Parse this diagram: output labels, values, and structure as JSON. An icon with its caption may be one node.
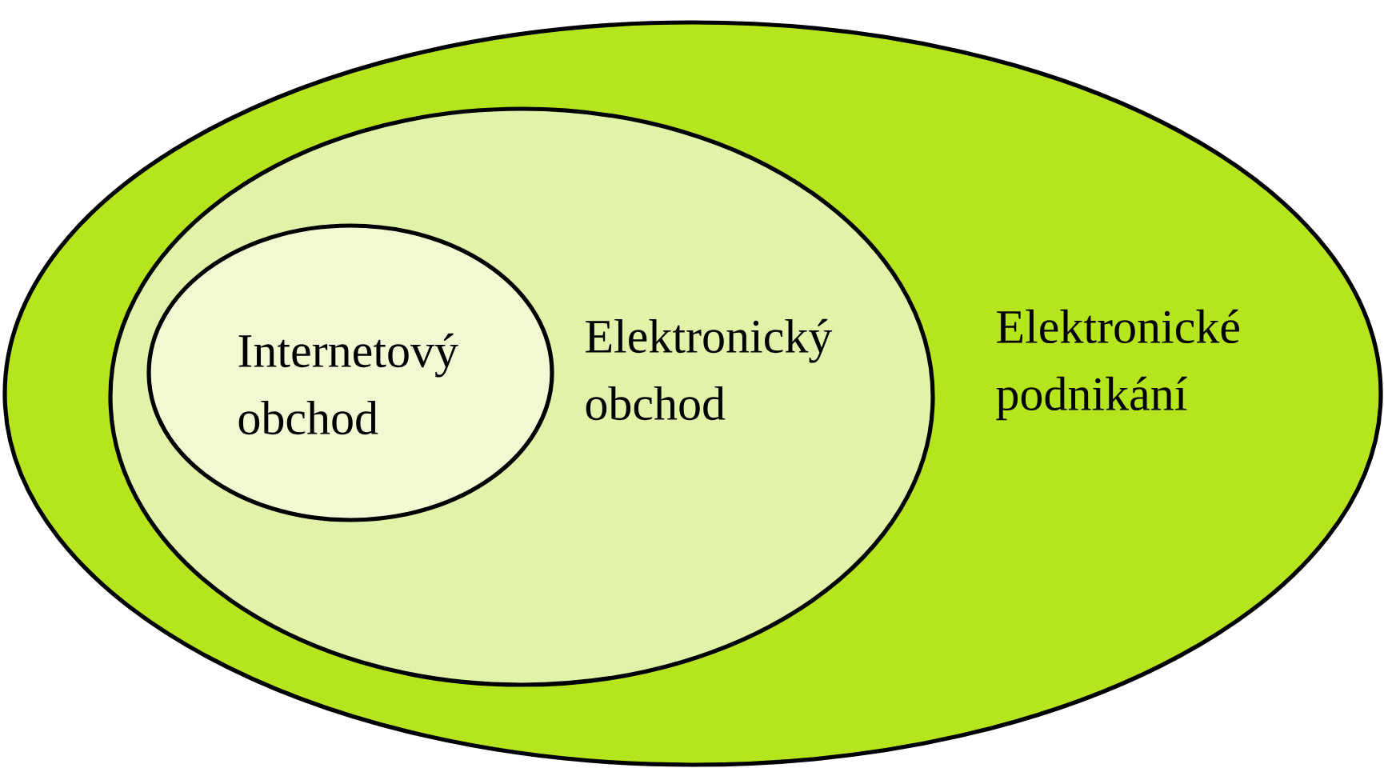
{
  "diagram": {
    "nodes": [
      {
        "text": [
          "Elektronické podnikání"
        ]
      },
      {
        "text": [
          "Elektronický obchod"
        ],
        "in": 0
      },
      {
        "text": [
          "Internetový obchod"
        ],
        "in": 1
      }
    ]
  }
}
